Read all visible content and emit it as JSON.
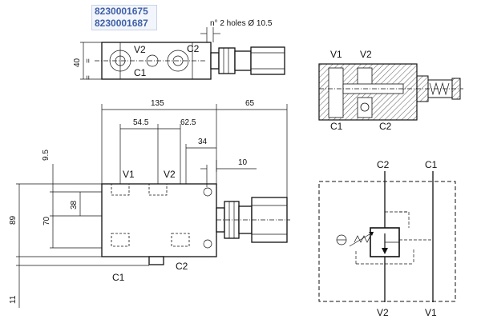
{
  "part_codes": [
    "8230001675",
    "8230001687"
  ],
  "top_view": {
    "holes_note": "n° 2 holes Ø 10.5",
    "dim_height": "40",
    "port_v2": "V2",
    "port_c2": "C2",
    "port_c1": "C1",
    "sym_a": "=",
    "sym_b": "="
  },
  "front_view": {
    "dims": {
      "overall_len": "135",
      "cart_len": "65",
      "d54": "54.5",
      "d62": "62.5",
      "d34": "34",
      "d10": "10",
      "d9": "9.5",
      "d38": "38",
      "d70": "70",
      "d89": "89",
      "d11": "11"
    },
    "ports": {
      "v1": "V1",
      "v2": "V2",
      "c1": "C1",
      "c2": "C2"
    }
  },
  "section_view": {
    "v1": "V1",
    "v2": "V2",
    "c1": "C1",
    "c2": "C2"
  },
  "schematic": {
    "c2": "C2",
    "c1": "C1",
    "v2": "V2",
    "v1": "V1"
  }
}
